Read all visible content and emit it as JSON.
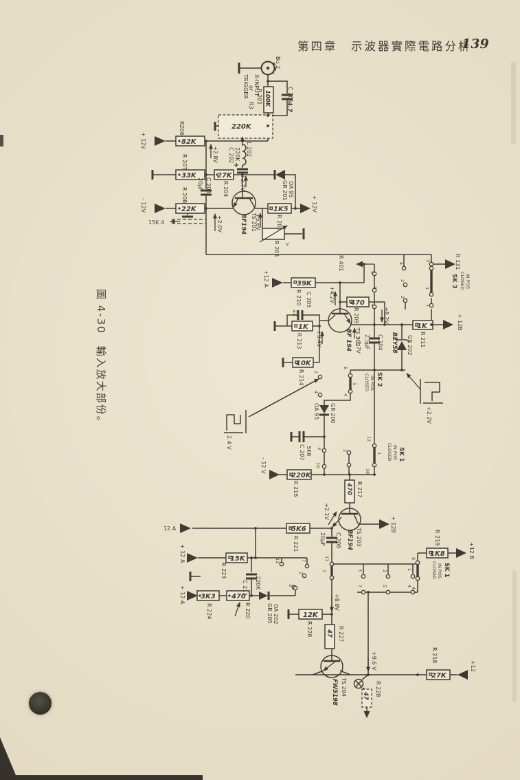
{
  "page": {
    "header_title": "第四章　示波器實際電路分析",
    "page_number": "139",
    "caption": "圖 4-30　輸入放大部份。"
  },
  "labels": {
    "bu2": "Bu 2",
    "trigger1": "TRIGGER",
    "trigger2": "or",
    "trigger3": "X-INPUT",
    "r3": "R3",
    "r201": "R 201",
    "r201v": "100K",
    "c201": "C 201",
    "c201v": "4.7",
    "potr3v": "220K",
    "l202": "L 202",
    "c202": "C 202",
    "c202v": "220K",
    "v28": "+2.8V",
    "p12v_a": "+ 12V",
    "r206": "R206",
    "r206v": "82K",
    "r207": "R 207",
    "r207v": "33K",
    "r204": "R 204",
    "r204v": "27K",
    "c203": "C 203",
    "c203v": "20µF",
    "r208": "R 208",
    "r208v": "22K",
    "m12v_a": "- 12V",
    "sk4": "15K 4",
    "v20": "+2.0V",
    "v27a": "+2.7V",
    "ts201": "TS 201",
    "ts201t": "BF194",
    "gr201": "GR 201",
    "gr201t": "OA 95",
    "r202": "R 202",
    "r202v": "1K5",
    "p12v_b": "+ 12V",
    "v56": "+5.6V",
    "r203": "R 203",
    "r203v": "V",
    "r401": "R 401",
    "r131": "R 131",
    "sk3": "SK 3",
    "sk3n1": "CLOSED",
    "sk3n2": "IN POS",
    "p12a_a": "+12 A",
    "r210": "R 210",
    "r210v": "39K",
    "c205": "C 205",
    "c205v": "22",
    "r213": "R 213",
    "r213v": "1K",
    "v42": "+4.2V",
    "r209": "R 209",
    "r209v": "470",
    "ts202": "TS 202",
    "ts202t": "BF 194",
    "v34": "+3.4V",
    "v82": "+8.2V",
    "c204": "C 204",
    "c204v": "2.5µF",
    "gr202": "GR 202",
    "gr202t": "BZY58",
    "r211": "R 211",
    "r211v": "1K",
    "p12b_a": "+ 12B",
    "r214": "R 214",
    "r214v": "10K",
    "sk2": "SK 2",
    "sk2n1": "CLOSED",
    "sk2n2": "IN POS",
    "v27b": "+2.7V",
    "w24": "2.4 V",
    "v22": "+2.2V",
    "gr200": "GR 200",
    "gr200t": "OA 95",
    "c207": "C 207",
    "c207v": "5K6",
    "r216": "R 216",
    "r216v": "220K",
    "m12v_b": "- 12 V",
    "r217": "R 217",
    "r217v": "470",
    "v21": "+2.1V",
    "ts203": "TS 203",
    "ts203t": "BF194",
    "p12b_b": "+ 12B",
    "r221": "R 221",
    "r221v": "5K6",
    "c208": "C 208",
    "c208v": "20µF",
    "a12a": "12 A",
    "r219": "R 219",
    "r219v": "1K8",
    "p12b_c": "+12 B",
    "sk1a": "SK 1",
    "sk1an1": "CLOSED",
    "sk1an2": "IN POS",
    "sk1b": "SK 1",
    "sk1bn1": "CLOSED",
    "sk1bn2": "IN POS",
    "r223": "R 223",
    "r223v": "15K",
    "p12a_b": "+ 12 A",
    "c211": "C 211",
    "c211v": "220K",
    "r220": "R 220",
    "r220v": "470",
    "r224": "R 224",
    "r224v": "3K3",
    "p12a_c": "+ 12 A",
    "gr205": "GR 205",
    "gr205t": "OA 202",
    "r226": "R 226",
    "r226v": "12K",
    "v88": "+8.8V",
    "r227": "R 227",
    "r227v": "47",
    "ts204": "TS 204",
    "ts204t": "FW5198",
    "v96": "+9.6 V",
    "r228": "R 228",
    "r228v": "47",
    "r218": "R 218",
    "r218v": "27K",
    "p12_d": "+12"
  },
  "contacts": {
    "a": "5",
    "b": "3",
    "c": "1",
    "d": "4",
    "e": "2",
    "f": "2",
    "g": "3",
    "h": "1",
    "i": "1",
    "j": "2",
    "k": "4",
    "l": "6",
    "m": "1",
    "n": "4",
    "o": "3",
    "p": "10",
    "q": "2",
    "r": "12",
    "s": "1",
    "t": "10",
    "u": "11",
    "v": "7",
    "w": "2",
    "x": "3",
    "y": "11",
    "z": "1",
    "aa": "3",
    "ab": "2",
    "ac": "1",
    "ad": "7",
    "ae": "5",
    "af": "4",
    "ag": "6",
    "ah": "4"
  }
}
